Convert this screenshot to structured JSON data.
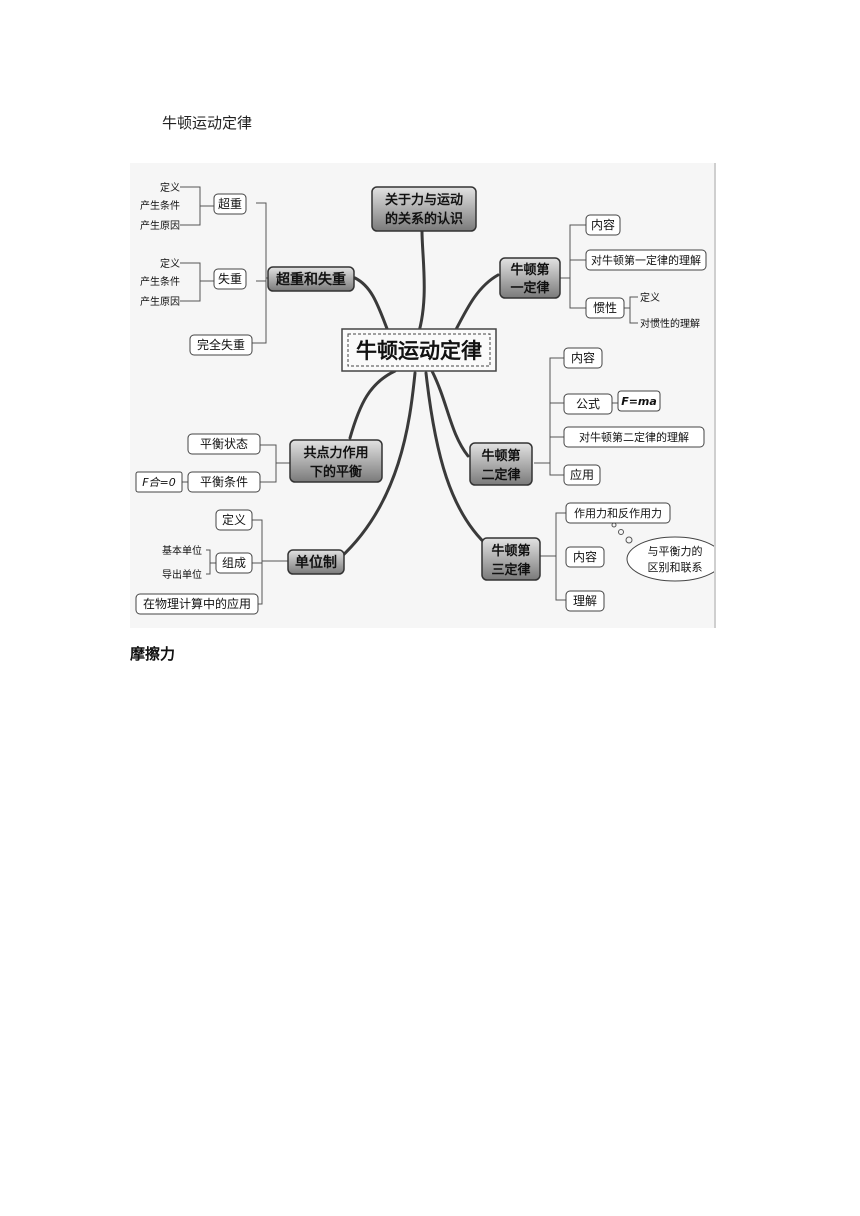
{
  "document": {
    "heading": "牛顿运动定律",
    "section_heading": "摩擦力"
  },
  "mindmap": {
    "center": "牛顿运动定律",
    "top": "关于力与运动 的关系的认识",
    "chaozhong_shizhong": {
      "label": "超重和失重",
      "chaozhong": {
        "label": "超重",
        "items": [
          "定义",
          "产生条件",
          "产生原因"
        ]
      },
      "shizhong": {
        "label": "失重",
        "items": [
          "定义",
          "产生条件",
          "产生原因"
        ]
      },
      "wanquan": "完全失重"
    },
    "gongdian": {
      "label": "共点力作用 下的平衡",
      "pingheng_zhuangtai": "平衡状态",
      "pingheng_tiaojian": "平衡条件",
      "formula": "F合=0"
    },
    "danweizhi": {
      "label": "单位制",
      "dingyi": "定义",
      "zucheng": "组成",
      "zucheng_items": [
        "基本单位",
        "导出单位"
      ],
      "yingyong": "在物理计算中的应用"
    },
    "first_law": {
      "label": "牛顿第 一定律",
      "neirong": "内容",
      "lijie": "对牛顿第一定律的理解",
      "guanxing": "惯性",
      "guanxing_items": [
        "定义",
        "对惯性的理解"
      ]
    },
    "second_law": {
      "label": "牛顿第 二定律",
      "neirong": "内容",
      "gongshi": "公式",
      "formula": "F=ma",
      "lijie": "对牛顿第二定律的理解",
      "yingyong": "应用"
    },
    "third_law": {
      "label": "牛顿第 三定律",
      "zuoyongli": "作用力和反作用力",
      "neirong": "内容",
      "bubble": "与平衡力的 区别和联系",
      "lijie": "理解"
    }
  }
}
